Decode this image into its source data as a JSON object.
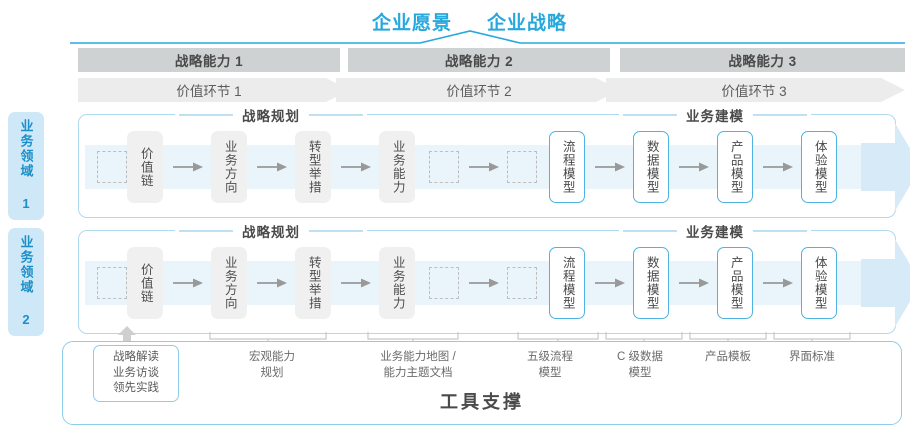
{
  "header": {
    "vision_title": "企业愿景",
    "strategy_title": "企业战略"
  },
  "capabilities": [
    {
      "label": "战略能力 1"
    },
    {
      "label": "战略能力 2"
    },
    {
      "label": "战略能力 3"
    }
  ],
  "value_chain": [
    {
      "label": "价值环节 1"
    },
    {
      "label": "价值环节 2"
    },
    {
      "label": "价值环节 3"
    }
  ],
  "domains": [
    {
      "label": "业务领域 1"
    },
    {
      "label": "业务领域 2"
    }
  ],
  "sections": {
    "planning": "战略规划",
    "modeling": "业务建模"
  },
  "nodes": {
    "planning": [
      {
        "label": "价值链"
      },
      {
        "label": "业务方向"
      },
      {
        "label": "转型举措"
      },
      {
        "label": "业务能力"
      }
    ],
    "modeling": [
      {
        "label": "流程模型"
      },
      {
        "label": "数据模型"
      },
      {
        "label": "产品模型"
      },
      {
        "label": "体验模型"
      }
    ]
  },
  "tools": {
    "title": "工具支撑",
    "items": [
      {
        "label": "战略解读\n业务访谈\n领先实践",
        "boxed": true
      },
      {
        "label": "宏观能力\n规划",
        "boxed": false
      },
      {
        "label": "业务能力地图 /\n能力主题文档",
        "boxed": false
      },
      {
        "label": "五级流程\n模型",
        "boxed": false
      },
      {
        "label": "C 级数据\n模型",
        "boxed": false
      },
      {
        "label": "产品模板",
        "boxed": false
      },
      {
        "label": "界面标准",
        "boxed": false
      }
    ]
  },
  "colors": {
    "accent_blue": "#27a8dc",
    "node_blue_border": "#4eb3e0",
    "domain_tab_bg": "#cfe8f7",
    "cap_bar_bg": "#cfd2d2",
    "vc_bar_bg": "#ececec",
    "flow_band_bg": "#eaf5fb"
  }
}
